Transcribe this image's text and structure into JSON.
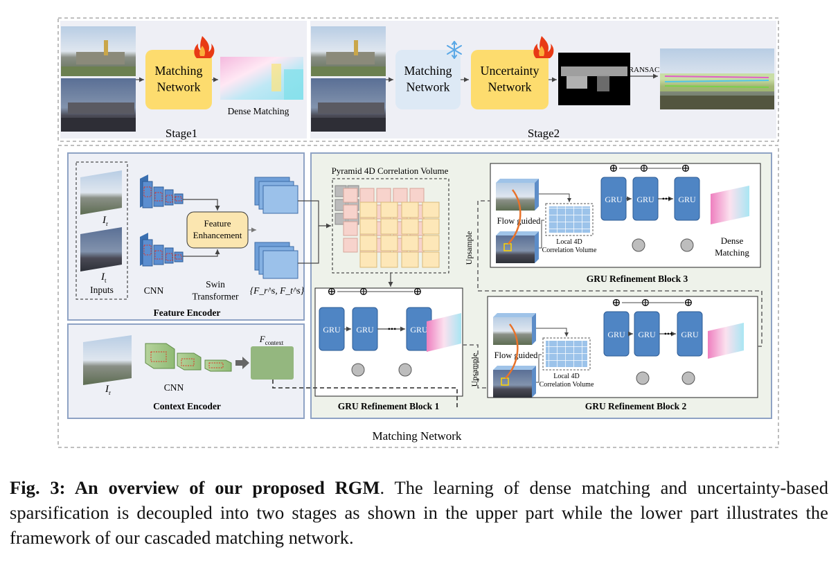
{
  "stage1": {
    "matching_network": "Matching\nNetwork",
    "dense_matching": "Dense Matching",
    "label": "Stage1"
  },
  "stage2": {
    "matching_network": "Matching\nNetwork",
    "uncertainty_network": "Uncertainty\nNetwork",
    "ransac": "RANSAC",
    "label": "Stage2"
  },
  "feature_encoder": {
    "inputs_label": "Inputs",
    "cnn_label": "CNN",
    "swin_label": "Swin\nTransformer",
    "feature_enhancement": "Feature\nEnhancement",
    "features_label": "{F_r^s, F_t^s}",
    "title": "Feature Encoder",
    "img_r_label": "I_r",
    "img_t_label": "I_t"
  },
  "context_encoder": {
    "cnn_label": "CNN",
    "f_context": "F_context",
    "title": "Context Encoder",
    "img_r_label": "I_r"
  },
  "pyramid": {
    "title": "Pyramid 4D Correlation Volume"
  },
  "gru": {
    "unit_label": "GRU",
    "ellipsis": "•••",
    "block1_title": "GRU Refinement Block 1",
    "block2_title": "GRU Refinement Block 2",
    "block3_title": "GRU Refinement Block 3",
    "flow_guided": "Flow guided",
    "local4d": "Local 4D\nCorrelation Volume",
    "upsample": "Upsample",
    "dense_matching": "Dense\nMatching",
    "plus": "⊕"
  },
  "matching_network_label": "Matching Network",
  "caption": {
    "bold": "Fig. 3: An overview of our proposed RGM",
    "text": ". The learning of dense matching and uncertainty-based sparsification is decoupled into two stages as shown in the upper part while the lower part illustrates the framework of our cascaded matching network."
  },
  "colors": {
    "orange_box": "#fddc6e",
    "light_blue_box": "#dde9f5",
    "panel_fill": "#eef0f6",
    "panel_border": "#8ea2c4",
    "gru_blue": "#4f85c4",
    "context_green": "#94b77f"
  },
  "icons": [
    "fire-icon",
    "snowflake-icon",
    "circle-plus-icon"
  ]
}
